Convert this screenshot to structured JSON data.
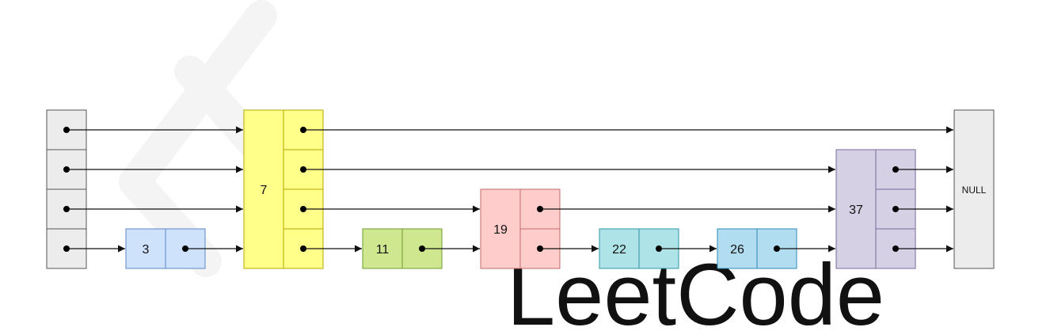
{
  "diagram": {
    "type": "skip-list",
    "watermark": "LeetCode",
    "head": {
      "levels": 4,
      "color": "#ececec",
      "border": "#555555"
    },
    "nodes": [
      {
        "value": "3",
        "levels": 1,
        "color": "#cfe2fb",
        "border": "#5b87c7"
      },
      {
        "value": "7",
        "levels": 4,
        "color": "#ffff8a",
        "border": "#b5a800"
      },
      {
        "value": "11",
        "levels": 1,
        "color": "#cfe88f",
        "border": "#6f9a2c"
      },
      {
        "value": "19",
        "levels": 2,
        "color": "#ffcccc",
        "border": "#c26a6a"
      },
      {
        "value": "22",
        "levels": 1,
        "color": "#aee3e8",
        "border": "#2f95a3"
      },
      {
        "value": "26",
        "levels": 1,
        "color": "#b2dcef",
        "border": "#2e89b5"
      },
      {
        "value": "37",
        "levels": 3,
        "color": "#d6d0e4",
        "border": "#786a99"
      }
    ],
    "tail": {
      "label": "NULL",
      "color": "#ececec",
      "border": "#555555"
    },
    "arrow_color": "#111111"
  }
}
